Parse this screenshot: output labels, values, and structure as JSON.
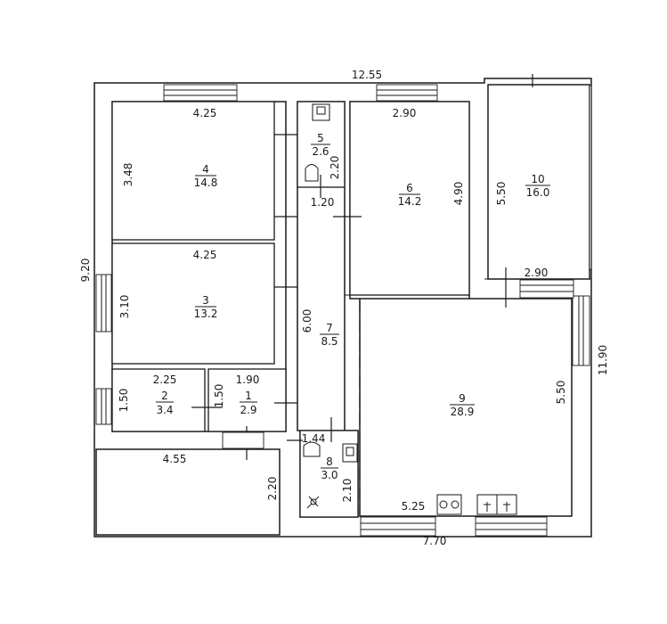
{
  "plan": {
    "overall_top": "12.55",
    "overall_left": "9.20",
    "overall_right": "11.90",
    "overall_bottom": "7.70"
  },
  "rooms": [
    {
      "id": "1",
      "number": "1",
      "area": "2.9"
    },
    {
      "id": "2",
      "number": "2",
      "area": "3.4"
    },
    {
      "id": "3",
      "number": "3",
      "area": "13.2"
    },
    {
      "id": "4",
      "number": "4",
      "area": "14.8"
    },
    {
      "id": "5",
      "number": "5",
      "area": "2.6"
    },
    {
      "id": "6",
      "number": "6",
      "area": "14.2"
    },
    {
      "id": "7",
      "number": "7",
      "area": "8.5"
    },
    {
      "id": "8",
      "number": "8",
      "area": "3.0"
    },
    {
      "id": "9",
      "number": "9",
      "area": "28.9"
    },
    {
      "id": "10",
      "number": "10",
      "area": "16.0"
    }
  ],
  "dims": {
    "r4_top": "4.25",
    "r4_left": "3.48",
    "r3_top": "4.25",
    "r3_left": "3.10",
    "r2_top": "2.25",
    "r2_left": "1.50",
    "r1_top": "1.90",
    "r1_left": "1.50",
    "r5_right": "2.20",
    "r5_bottom": "1.20",
    "r6_top": "2.90",
    "r6_right": "4.90",
    "r10_left": "5.50",
    "r10_bottom": "2.90",
    "r7_left": "6.00",
    "r9_right": "5.50",
    "r9_bottom": "5.25",
    "r8_top": "1.44",
    "r8_right": "2.10",
    "terrace_top": "4.55",
    "terrace_right": "2.20"
  }
}
